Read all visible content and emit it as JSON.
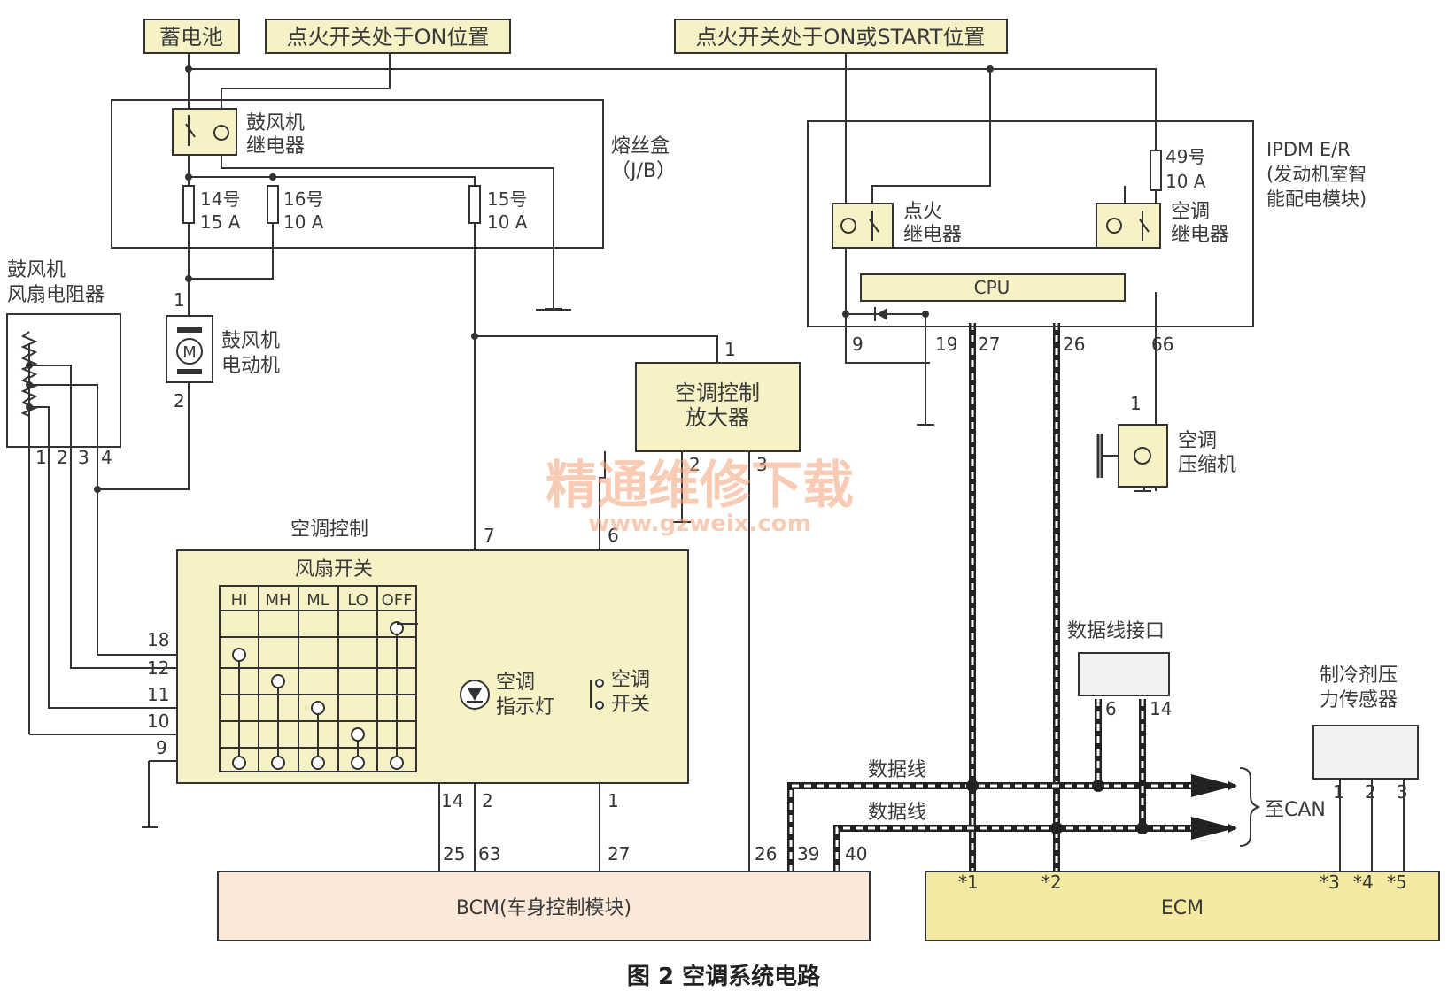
{
  "diagram": {
    "source_battery": "蓄电池",
    "source_ign_on": "点火开关处于ON位置",
    "source_ign_on_start": "点火开关处于ON或START位置",
    "blower_relay": [
      "鼓风机",
      "继电器"
    ],
    "fuse_box": [
      "熔丝盒",
      "（J/B）"
    ],
    "fuse14": [
      "14号",
      "15 A"
    ],
    "fuse16": [
      "16号",
      "10 A"
    ],
    "fuse15": [
      "15号",
      "10 A"
    ],
    "fuse49": [
      "49号",
      "10 A"
    ],
    "ipdm": [
      "IPDM E/R",
      "(发动机室智",
      "能配电模块)"
    ],
    "ign_relay": [
      "点火",
      "继电器"
    ],
    "ac_relay": [
      "空调",
      "继电器"
    ],
    "cpu": "CPU",
    "resistor": [
      "鼓风机",
      "风扇电阻器"
    ],
    "blower_motor": [
      "鼓风机",
      "电动机"
    ],
    "motor_symbol": "M",
    "ac_amp": [
      "空调控制",
      "放大器"
    ],
    "ac_control": "空调控制",
    "fan_switch": "风扇开关",
    "switch_positions": [
      "HI",
      "MH",
      "ML",
      "LO",
      "OFF"
    ],
    "ac_indicator": [
      "空调",
      "指示灯"
    ],
    "ac_switch": [
      "空调",
      "开关"
    ],
    "compressor": [
      "空调",
      "压缩机"
    ],
    "dlc": "数据线接口",
    "refrigerant_sensor": [
      "制冷剂压",
      "力传感器"
    ],
    "data_line": "数据线",
    "to_can": "至CAN",
    "bcm": "BCM(车身控制模块)",
    "ecm": "ECM",
    "watermark": "精通维修下载",
    "watermark_url": "www.gzweix.com",
    "caption": "图 2    空调系统电路",
    "pins": {
      "resistor": [
        "1",
        "2",
        "3",
        "4"
      ],
      "motor_top": "1",
      "motor_bottom": "2",
      "amp_in": "1",
      "amp_out_a": "2",
      "amp_out_b": "3",
      "ipdm": [
        "9",
        "19",
        "27",
        "26",
        "66"
      ],
      "compressor": "1",
      "fan_switch": [
        "18",
        "12",
        "11",
        "10",
        "9"
      ],
      "ctrl_top_a": "7",
      "ctrl_top_b": "6",
      "ctrl_bottom": [
        "14",
        "2",
        "1"
      ],
      "bcm": [
        "25",
        "63",
        "27",
        "26",
        "39",
        "40"
      ],
      "dlc": [
        "6",
        "14"
      ],
      "sensor": [
        "1",
        "2",
        "3"
      ],
      "ecm": [
        "*1",
        "*2",
        "*3",
        "*4",
        "*5"
      ]
    }
  }
}
